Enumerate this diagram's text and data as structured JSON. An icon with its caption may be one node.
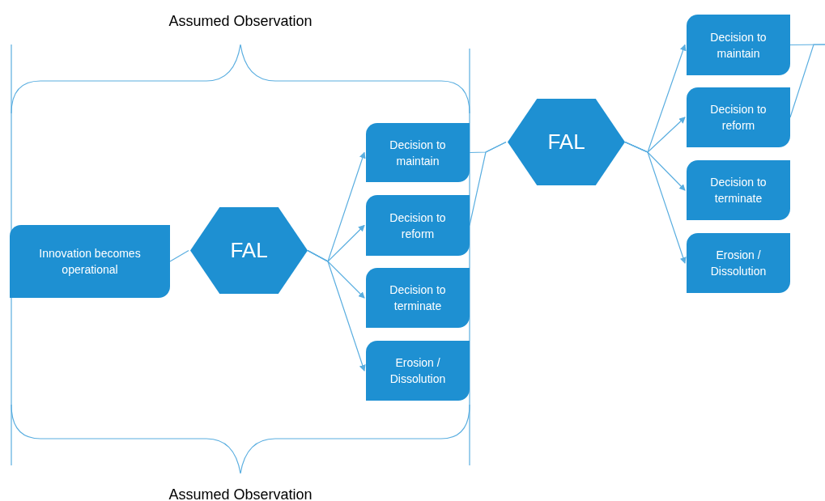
{
  "diagram": {
    "nodes": [
      {
        "text": [
          "Innovation becomes operational"
        ]
      },
      {
        "text": [
          "FAL"
        ]
      },
      {
        "text": [
          "Decision to maintain"
        ]
      },
      {
        "text": [
          "Decision to reform"
        ]
      },
      {
        "text": [
          "Decision to terminate"
        ]
      },
      {
        "text": [
          "Erosion / Dissolution"
        ]
      },
      {
        "text": [
          "FAL"
        ]
      },
      {
        "text": [
          "Decision to maintain"
        ]
      },
      {
        "text": [
          "Decision to reform"
        ]
      },
      {
        "text": [
          "Decision to terminate"
        ]
      },
      {
        "text": [
          "Erosion / Dissolution"
        ]
      }
    ],
    "edges": [
      {
        "from": 0,
        "to": 1,
        "arrow": "none"
      },
      {
        "from": 1,
        "to": 2,
        "arrow": "to"
      },
      {
        "from": 1,
        "to": 3,
        "arrow": "to"
      },
      {
        "from": 1,
        "to": 4,
        "arrow": "to"
      },
      {
        "from": 1,
        "to": 5,
        "arrow": "to"
      },
      {
        "from": 2,
        "to": 6,
        "arrow": "none"
      },
      {
        "from": 3,
        "to": 6,
        "arrow": "none"
      },
      {
        "from": 6,
        "to": 7,
        "arrow": "to"
      },
      {
        "from": 6,
        "to": 8,
        "arrow": "to"
      },
      {
        "from": 6,
        "to": 9,
        "arrow": "to"
      },
      {
        "from": 6,
        "to": 10,
        "arrow": "to"
      },
      {
        "from": 7,
        "to": null,
        "arrow": "none"
      },
      {
        "from": 8,
        "to": null,
        "arrow": "none"
      }
    ],
    "labels": [
      "Assumed Observation",
      "Assumed Observation"
    ]
  }
}
